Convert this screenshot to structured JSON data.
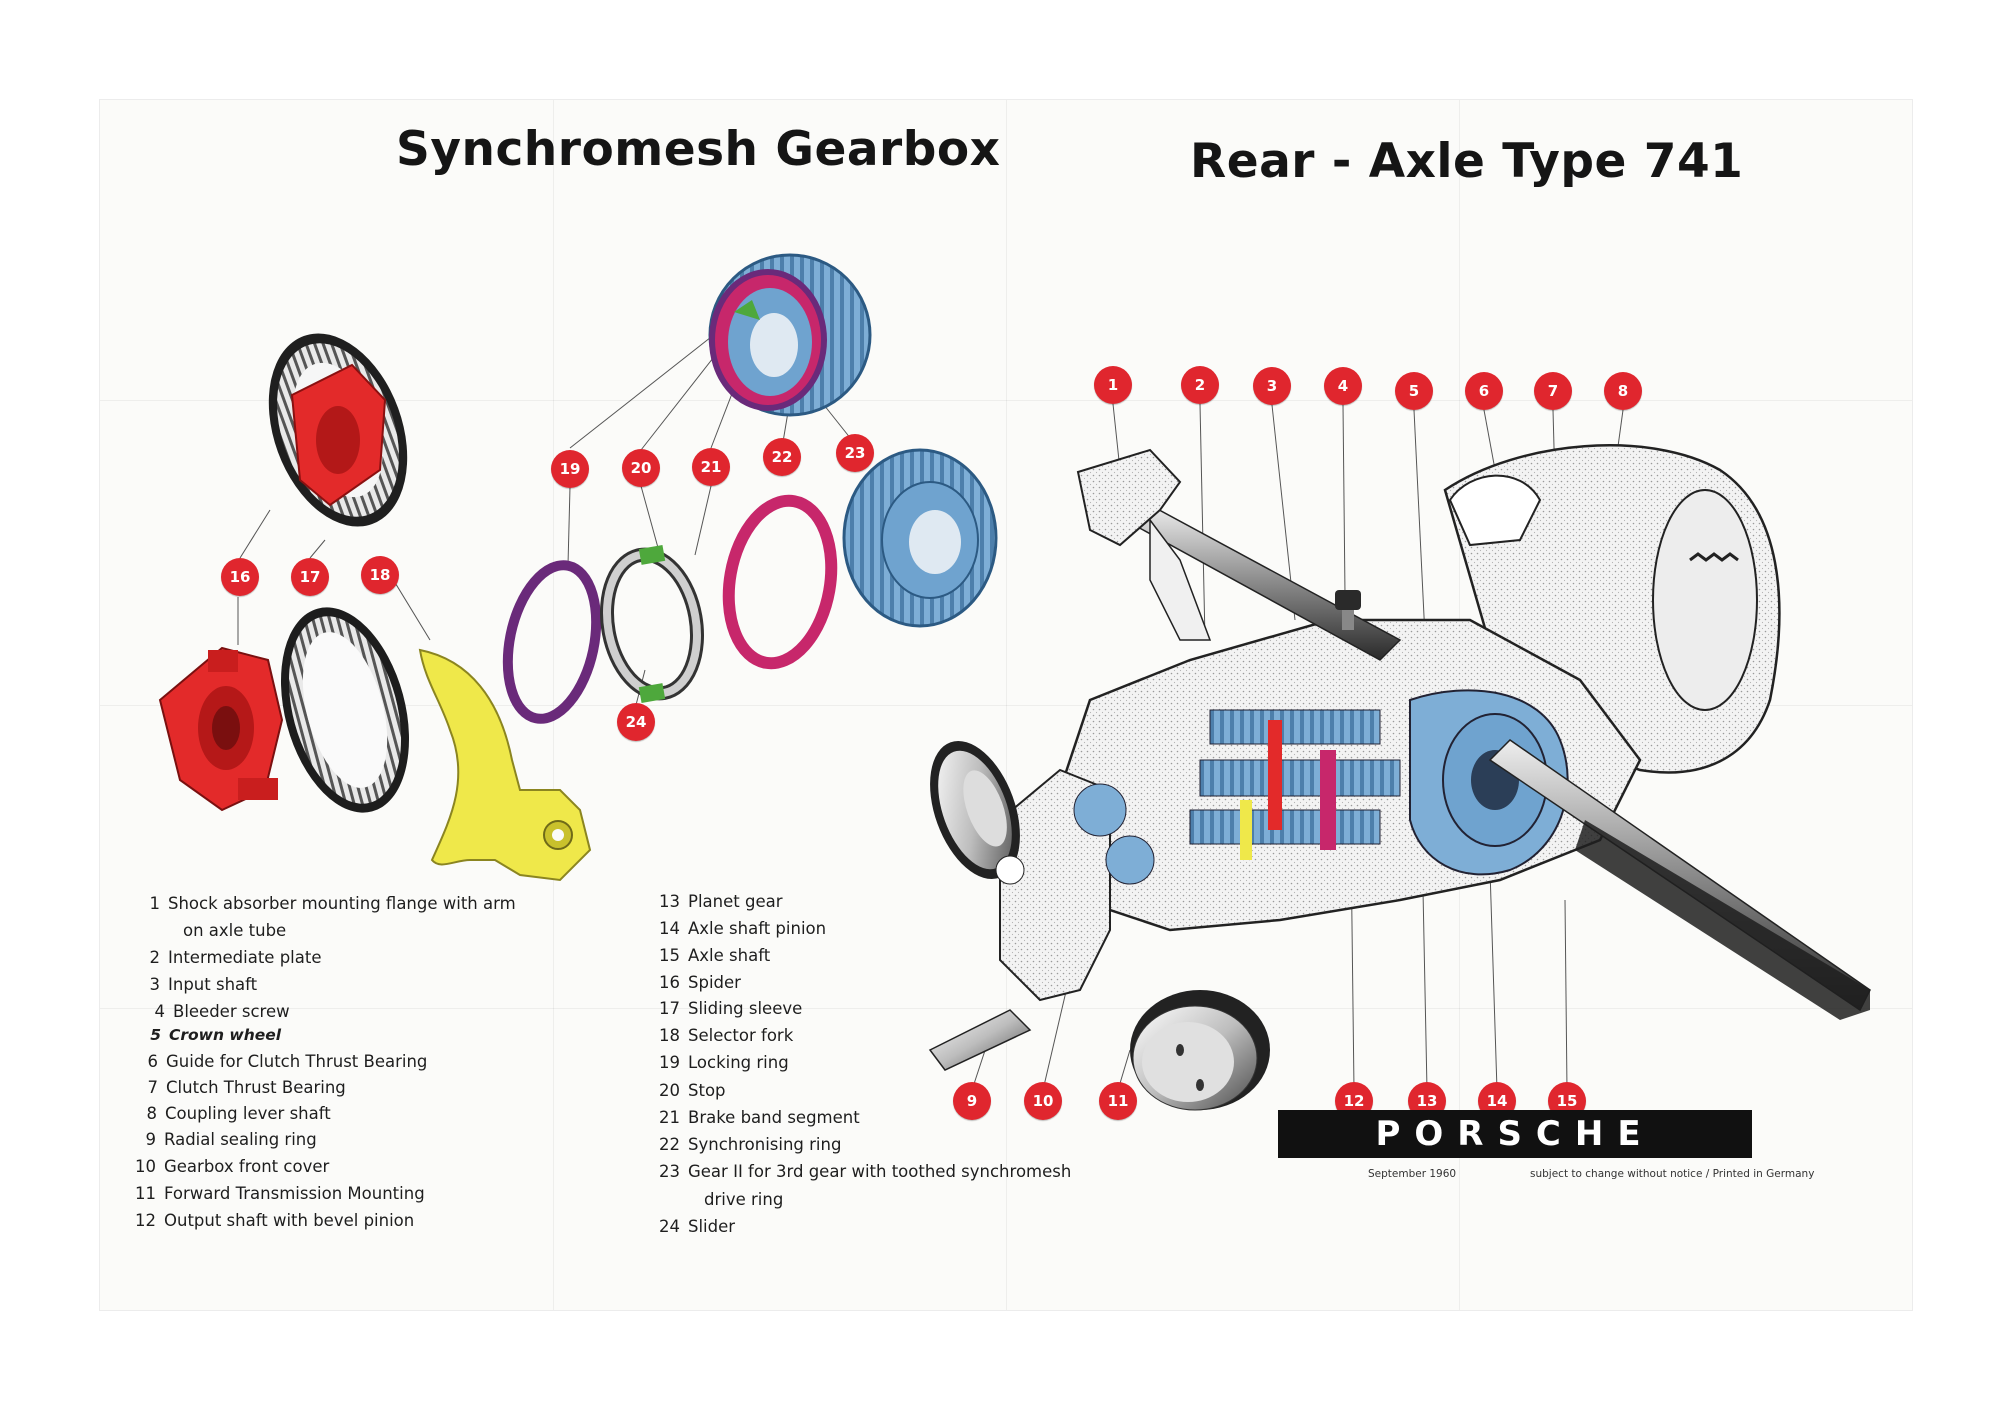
{
  "title": {
    "part1": "Synchromesh Gearbox",
    "part2": "Rear - Axle Type 741"
  },
  "callouts": [
    "1",
    "2",
    "3",
    "4",
    "5",
    "6",
    "7",
    "8",
    "9",
    "10",
    "11",
    "12",
    "13",
    "14",
    "15",
    "16",
    "17",
    "18",
    "19",
    "20",
    "21",
    "22",
    "23",
    "24"
  ],
  "legend_left": [
    {
      "num": "1",
      "label": "Shock absorber mounting flange with arm",
      "cont": "on axle tube"
    },
    {
      "num": "2",
      "label": "Intermediate plate"
    },
    {
      "num": "3",
      "label": "Input shaft"
    },
    {
      "num": "4",
      "label": "Bleeder screw"
    },
    {
      "num": "5",
      "label": "Crown wheel"
    },
    {
      "num": "6",
      "label": "Guide for Clutch Thrust Bearing"
    },
    {
      "num": "7",
      "label": "Clutch Thrust Bearing"
    },
    {
      "num": "8",
      "label": "Coupling lever shaft"
    },
    {
      "num": "9",
      "label": "Radial sealing ring"
    },
    {
      "num": "10",
      "label": "Gearbox front cover"
    },
    {
      "num": "11",
      "label": "Forward Transmission Mounting"
    },
    {
      "num": "12",
      "label": "Output shaft with bevel pinion"
    }
  ],
  "legend_right": [
    {
      "num": "13",
      "label": "Planet gear"
    },
    {
      "num": "14",
      "label": "Axle shaft pinion"
    },
    {
      "num": "15",
      "label": "Axle shaft"
    },
    {
      "num": "16",
      "label": "Spider"
    },
    {
      "num": "17",
      "label": "Sliding sleeve"
    },
    {
      "num": "18",
      "label": "Selector fork"
    },
    {
      "num": "19",
      "label": "Locking ring"
    },
    {
      "num": "20",
      "label": "Stop"
    },
    {
      "num": "21",
      "label": "Brake band segment"
    },
    {
      "num": "22",
      "label": "Synchronising ring"
    },
    {
      "num": "23",
      "label": "Gear II for 3rd gear with toothed synchromesh",
      "cont": "drive ring"
    },
    {
      "num": "24",
      "label": "Slider"
    }
  ],
  "brand": {
    "logo": "PORSCHE",
    "date": "September 1960",
    "notice": "subject to change without notice / Printed in Germany"
  },
  "colors": {
    "callout": "#e0262e",
    "spider": "#e32a2a",
    "fork": "#efe84a",
    "locking_ring": "#6a2a7a",
    "synchro_ring": "#c7276b",
    "gear": "#6fa3cf",
    "stop_slider": "#4ea83c"
  }
}
